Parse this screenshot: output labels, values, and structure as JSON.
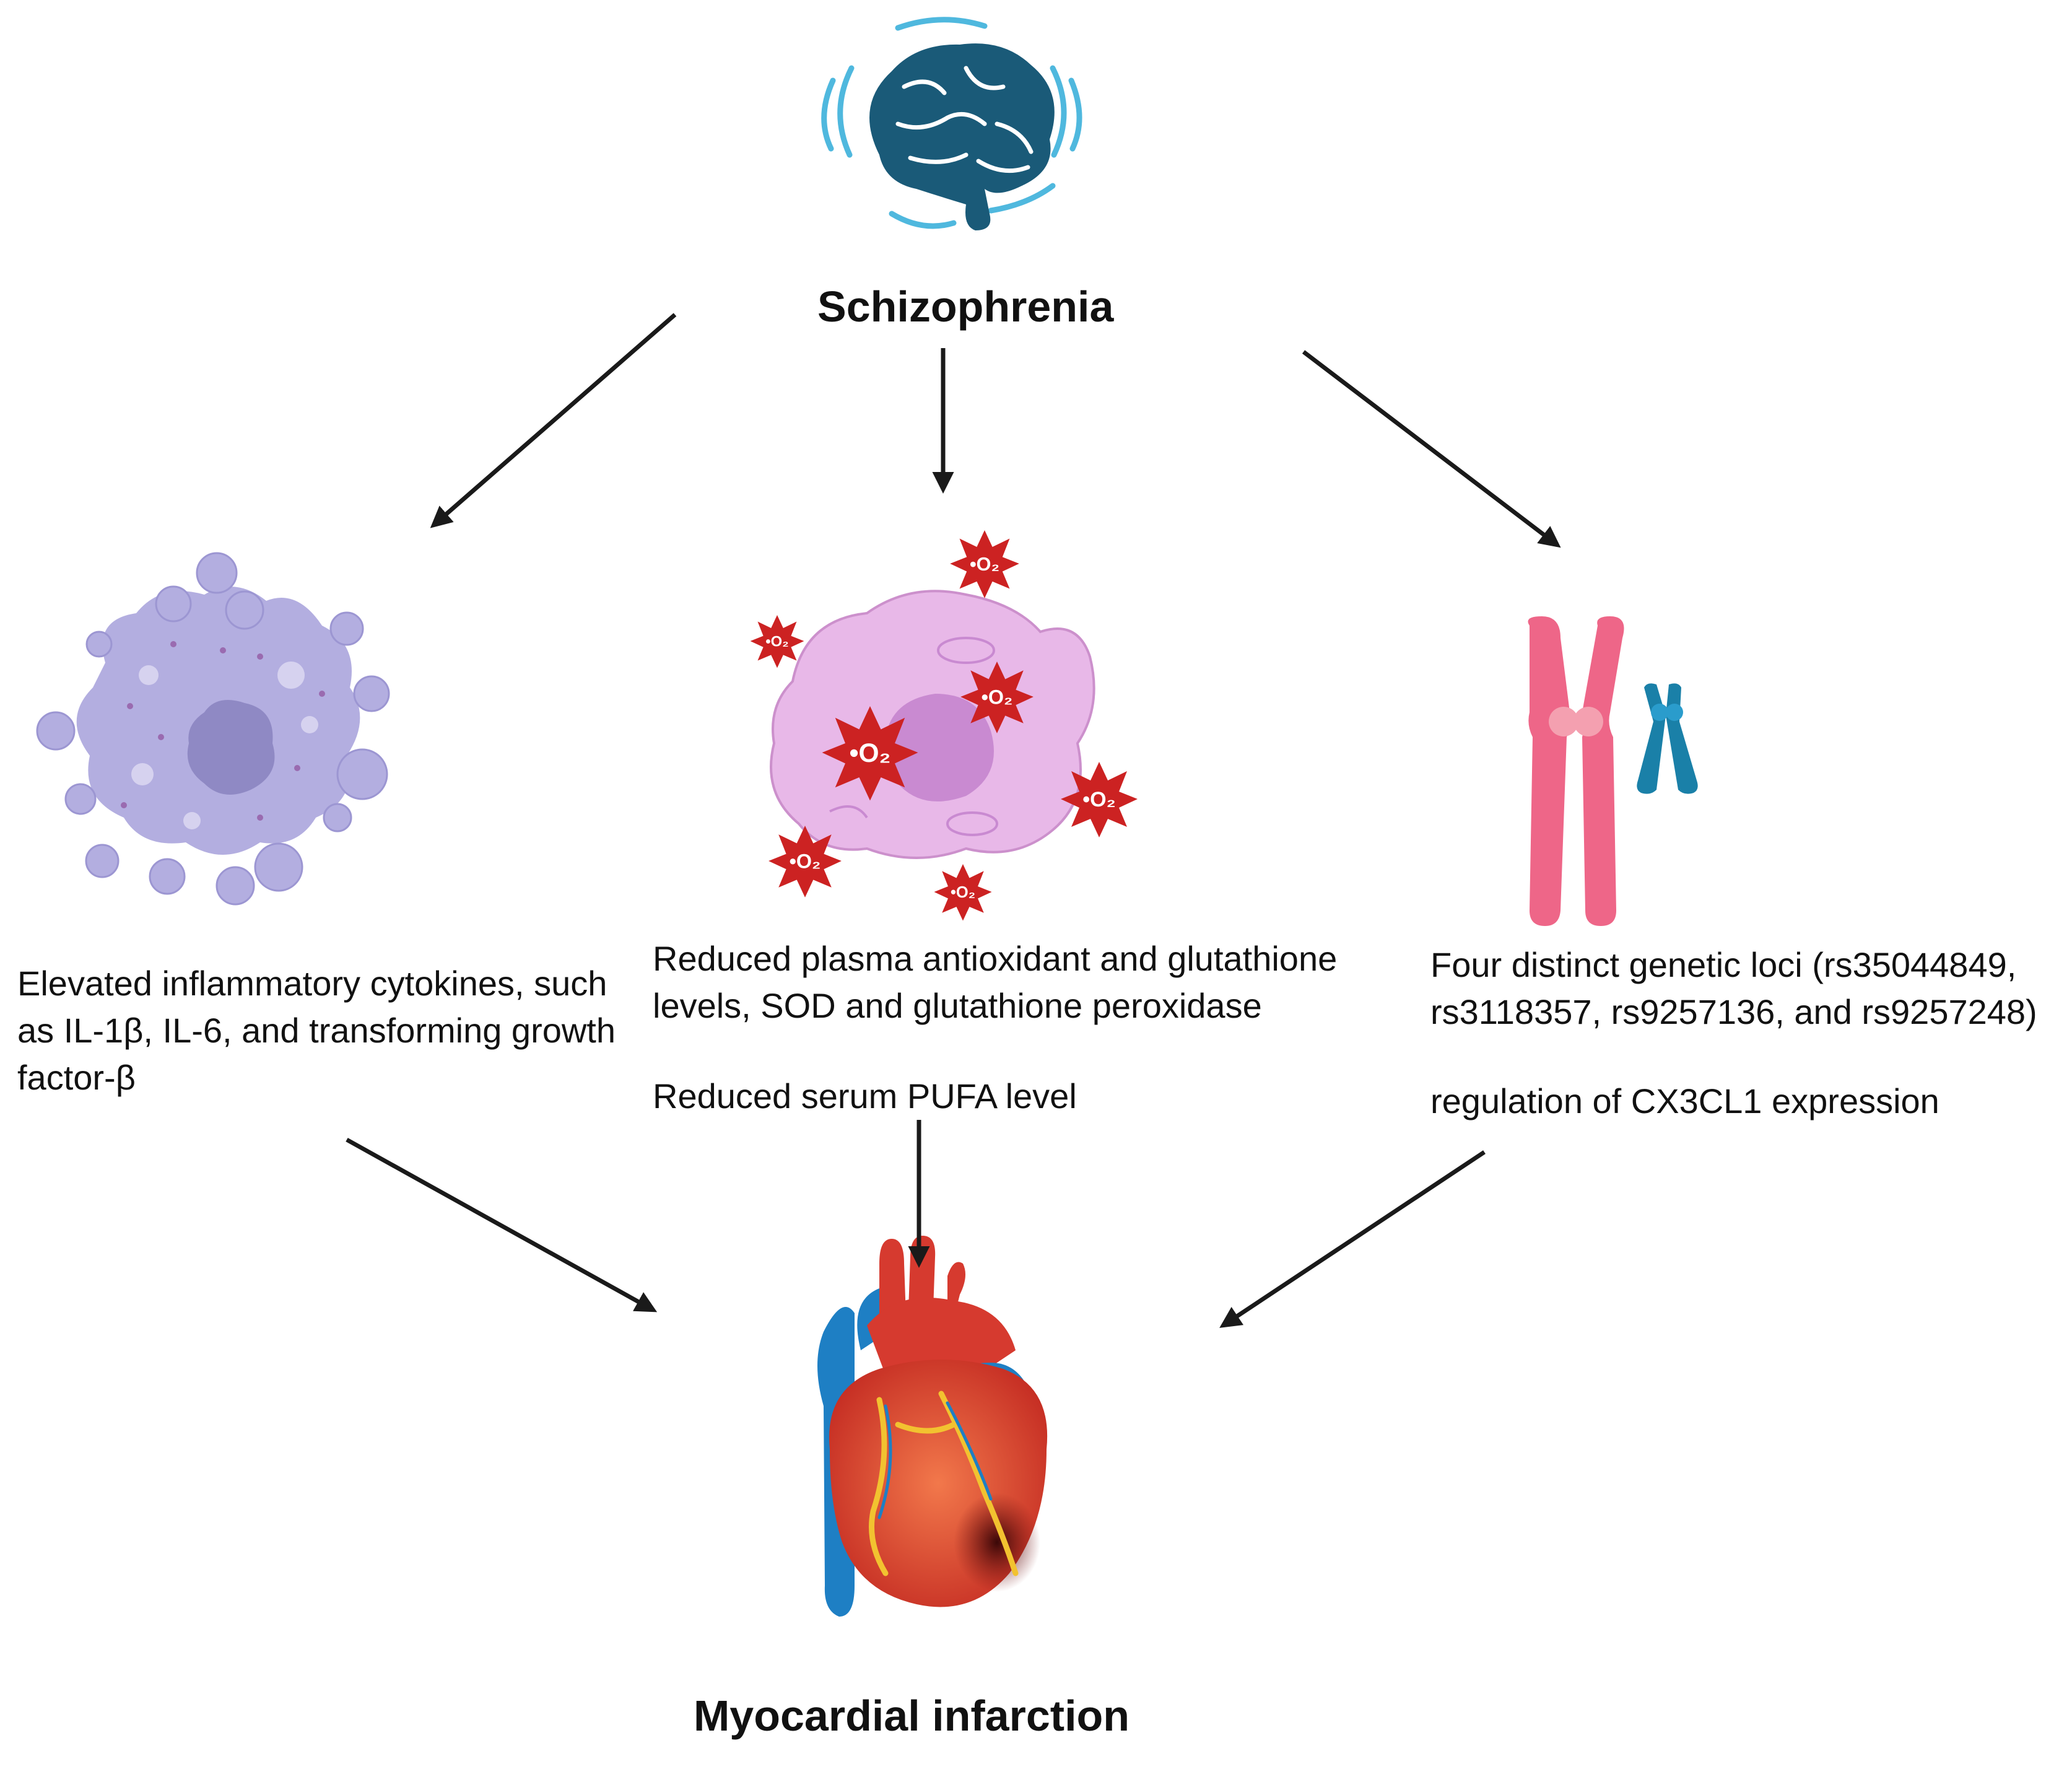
{
  "top_node": {
    "title": "Schizophrenia"
  },
  "bottom_node": {
    "title": "Myocardial infarction"
  },
  "left_branch": {
    "icon": "inflammatory-cell-icon",
    "text": "Elevated inflammatory cytokines, such as IL-1β, IL-6, and transforming growth factor-β"
  },
  "middle_branch": {
    "icon": "oxidative-stress-cell-icon",
    "ros_label": "•O₂",
    "text_1": "Reduced plasma antioxidant and glutathione levels, SOD and glutathione peroxidase",
    "text_2": "Reduced serum PUFA level"
  },
  "right_branch": {
    "icon": "chromosome-icon",
    "text_1": "Four distinct genetic loci (rs35044849, rs3118357, rs9257136, and rs9257248)",
    "text_2": "regulation of CX3CL1 expression"
  },
  "colors": {
    "brain": "#1a5a78",
    "brain_waves": "#4fb8de",
    "inflammatory_cell": "#b3aee0",
    "ros_star": "#cc2222",
    "ox_cell": "#e8b8e8",
    "chromosome_pink": "#ee6688",
    "chromosome_blue": "#1a80a8",
    "heart_red": "#d63a2f",
    "heart_blue": "#1e7fc4",
    "arrow": "#1a1a1a"
  }
}
